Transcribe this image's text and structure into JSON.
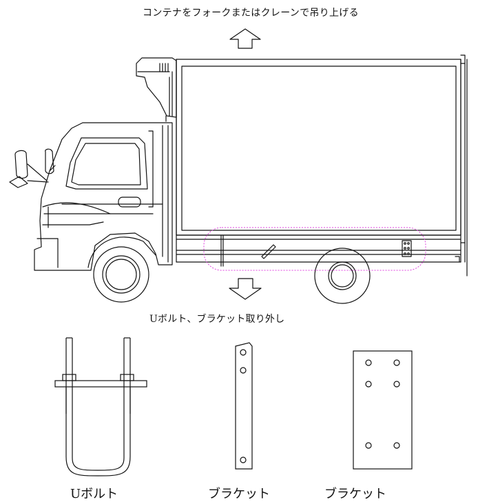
{
  "captions": {
    "lift": "コンテナをフォークまたはクレーンで吊り上げる",
    "remove": "Uボルト、ブラケット取り外し"
  },
  "parts": {
    "u_bolt": "Uボルト",
    "bracket_strip": "ブラケット",
    "bracket_plate": "ブラケット"
  },
  "colors": {
    "line": "#111111",
    "highlight": "#e040e0"
  },
  "icons": {
    "up": "arrow-up-icon",
    "down": "arrow-down-icon"
  }
}
